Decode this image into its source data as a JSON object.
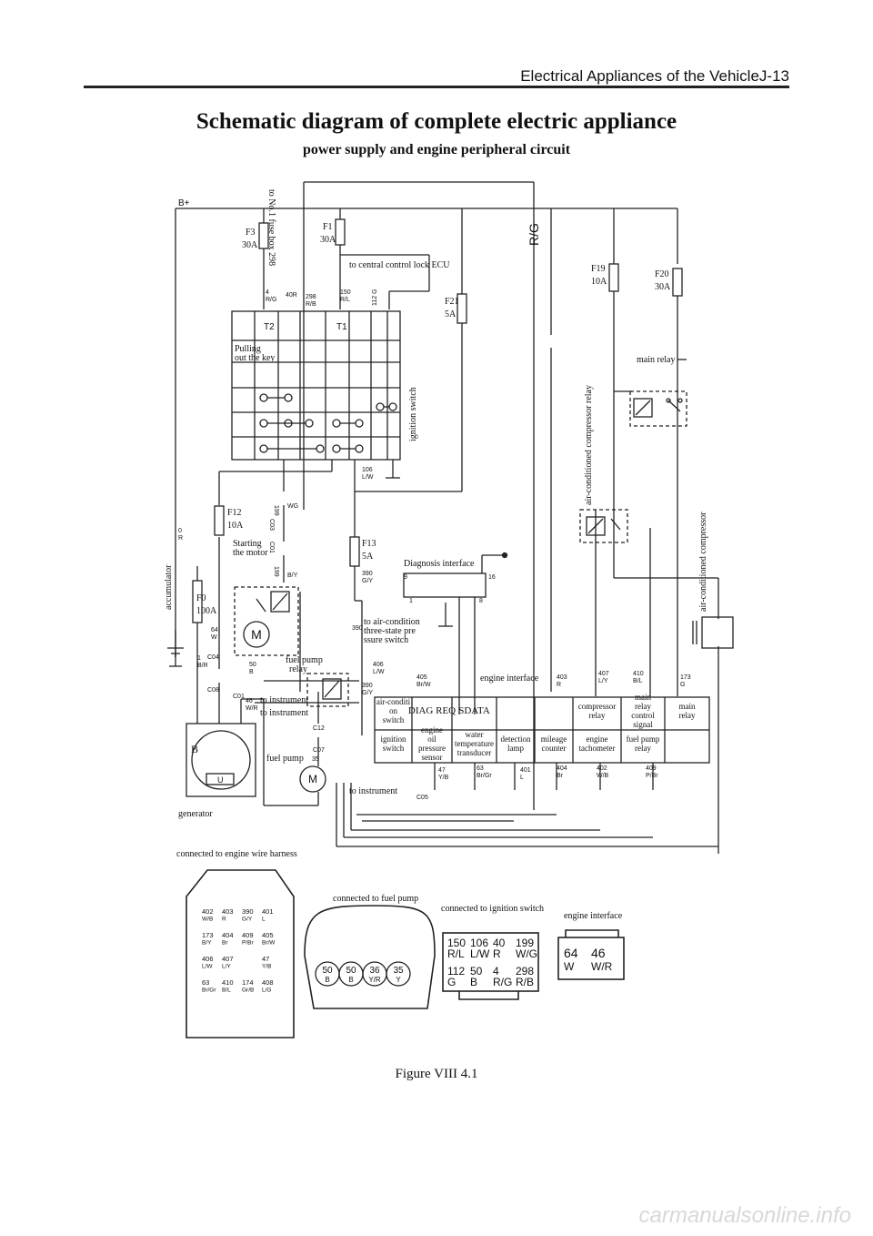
{
  "header": {
    "section": "Electrical Appliances of the VehicleJ-13"
  },
  "title": "Schematic diagram of complete electric appliance",
  "subtitle": "power supply and engine peripheral circuit",
  "labels": {
    "bplus": "B+",
    "fuse_box": "to No.1 fuse box 298",
    "rg": "R/G",
    "f3": "F3",
    "f3a": "30A",
    "f1": "F1",
    "f1a": "30A",
    "f21": "F21",
    "f21a": "5A",
    "f19": "F19",
    "f19a": "10A",
    "f20": "F20",
    "f20a": "30A",
    "f12": "F12",
    "f12a": "10A",
    "f13": "F13",
    "f13a": "5A",
    "f0": "F0",
    "f0a": "100A",
    "central_lock": "to central control lock ECU",
    "t1": "T1",
    "t2": "T2",
    "pulling": "Pulling",
    "pulling2": "out the key",
    "ignition_switch": "ignition switch",
    "main_relay": "main relay",
    "ac_relay": "air-conditioned compressor relay",
    "ac_comp": "air-conditioned compressor",
    "starting": "Starting",
    "starting2": "the motor",
    "diag": "Diagnosis interface",
    "to_ac": "to air-condition",
    "to_ac2": "three-state pre",
    "to_ac3": "ssure switch",
    "accumulator": "accumulator",
    "fuel_pump_relay": "fuel pump",
    "fuel_pump_relay2": "relay",
    "to_instrument1": "to instrument",
    "to_instrument2": "to instrument",
    "fuel_pump": "fuel pump",
    "generator": "generator",
    "engine_interface": "engine interface",
    "to_instrument3": "to instrument",
    "w_4rg": "4",
    "w_4rg2": "R/G",
    "w_40r": "40R",
    "w_298": "298",
    "w_298b": "R/B",
    "w_150": "150",
    "w_150b": "R/L",
    "w_112g": "112 G",
    "w_106": "106",
    "w_106b": "L/W",
    "w_199wg": "199",
    "w_wg": "WG",
    "w_199by": "199",
    "w_by": "B/Y",
    "w_390a": "390",
    "w_390ab": "G/Y",
    "w_390b": "390",
    "w_390c": "390",
    "w_390cb": "G/Y",
    "w_406": "406",
    "w_406b": "L/W",
    "w_405": "405",
    "w_405b": "Br/W",
    "w_403": "403",
    "w_403b": "R",
    "w_407": "407",
    "w_407b": "L/Y",
    "w_410": "410",
    "w_410b": "B/L",
    "w_173": "173",
    "w_173b": "G",
    "w_0r": "0",
    "w_0rb": "R",
    "w_64": "64",
    "w_64b": "W",
    "w_1br": "1",
    "w_1brb": "B/R",
    "w_50": "50",
    "w_50b": "B",
    "w_46": "46",
    "w_46b": "W/R",
    "w_35": "35",
    "w_47": "47",
    "w_47b": "Y/B",
    "w_63": "63",
    "w_63b": "Br/Gr",
    "w_401": "401",
    "w_401b": "L",
    "w_404": "404",
    "w_404b": "Br",
    "w_402": "402",
    "w_402b": "W/B",
    "w_409": "409",
    "w_409b": "P/Br",
    "c_c03": "C03",
    "c_c01": "C01",
    "c_c04": "C04",
    "c_c08": "C08",
    "c_c01b": "C01",
    "c_c12": "C12",
    "c_c07": "C07",
    "c_c05": "C05",
    "pin9": "9",
    "pin16": "16",
    "pin1": "1",
    "pin8": "8",
    "gen_b": "B",
    "gen_u": "U"
  },
  "ecu_row1": [
    "air-conditi on switch",
    "DIAG REQ",
    "SDATA",
    "",
    "",
    "compressor relay",
    "main relay control signal",
    "main relay"
  ],
  "ecu_row2": [
    "ignition switch",
    "engine oil pressure sensor",
    "water temperature transducer",
    "detection lamp",
    "mileage counter",
    "engine tachometer",
    "fuel pump relay",
    ""
  ],
  "connectors": {
    "engine_harness_title": "connected to engine wire harness",
    "engine_harness": [
      [
        "402",
        "W/B"
      ],
      [
        "403",
        "R"
      ],
      [
        "390",
        "G/Y"
      ],
      [
        "401",
        "L"
      ],
      [
        "173",
        "B/Y"
      ],
      [
        "404",
        "Br"
      ],
      [
        "409",
        "P/Br"
      ],
      [
        "405",
        "Br/W"
      ],
      [
        "406",
        "L/W"
      ],
      [
        "407",
        "L/Y"
      ],
      [
        "",
        ""
      ],
      [
        "47",
        "Y/B"
      ],
      [
        "63",
        "Br/Gr"
      ],
      [
        "410",
        "B/L"
      ],
      [
        "174",
        "Gr/B"
      ],
      [
        "408",
        "L/G"
      ]
    ],
    "fuel_pump_title": "connected to fuel pump",
    "fuel_pump": [
      [
        "50",
        "B"
      ],
      [
        "50",
        "B"
      ],
      [
        "36",
        "Y/R"
      ],
      [
        "35",
        "Y"
      ]
    ],
    "ignition_title": "connected to ignition switch",
    "ignition": [
      [
        "150",
        "R/L"
      ],
      [
        "106",
        "L/W"
      ],
      [
        "40",
        "R"
      ],
      [
        "199",
        "W/G"
      ],
      [
        "112",
        "G"
      ],
      [
        "50",
        "B"
      ],
      [
        "4",
        "R/G"
      ],
      [
        "298",
        "R/B"
      ]
    ],
    "engine_iface_title": "engine interface",
    "engine_iface": [
      [
        "64",
        "W"
      ],
      [
        "46",
        "W/R"
      ]
    ]
  },
  "figure_caption": "Figure VIII 4.1",
  "watermark": "carmanualsonline.info"
}
